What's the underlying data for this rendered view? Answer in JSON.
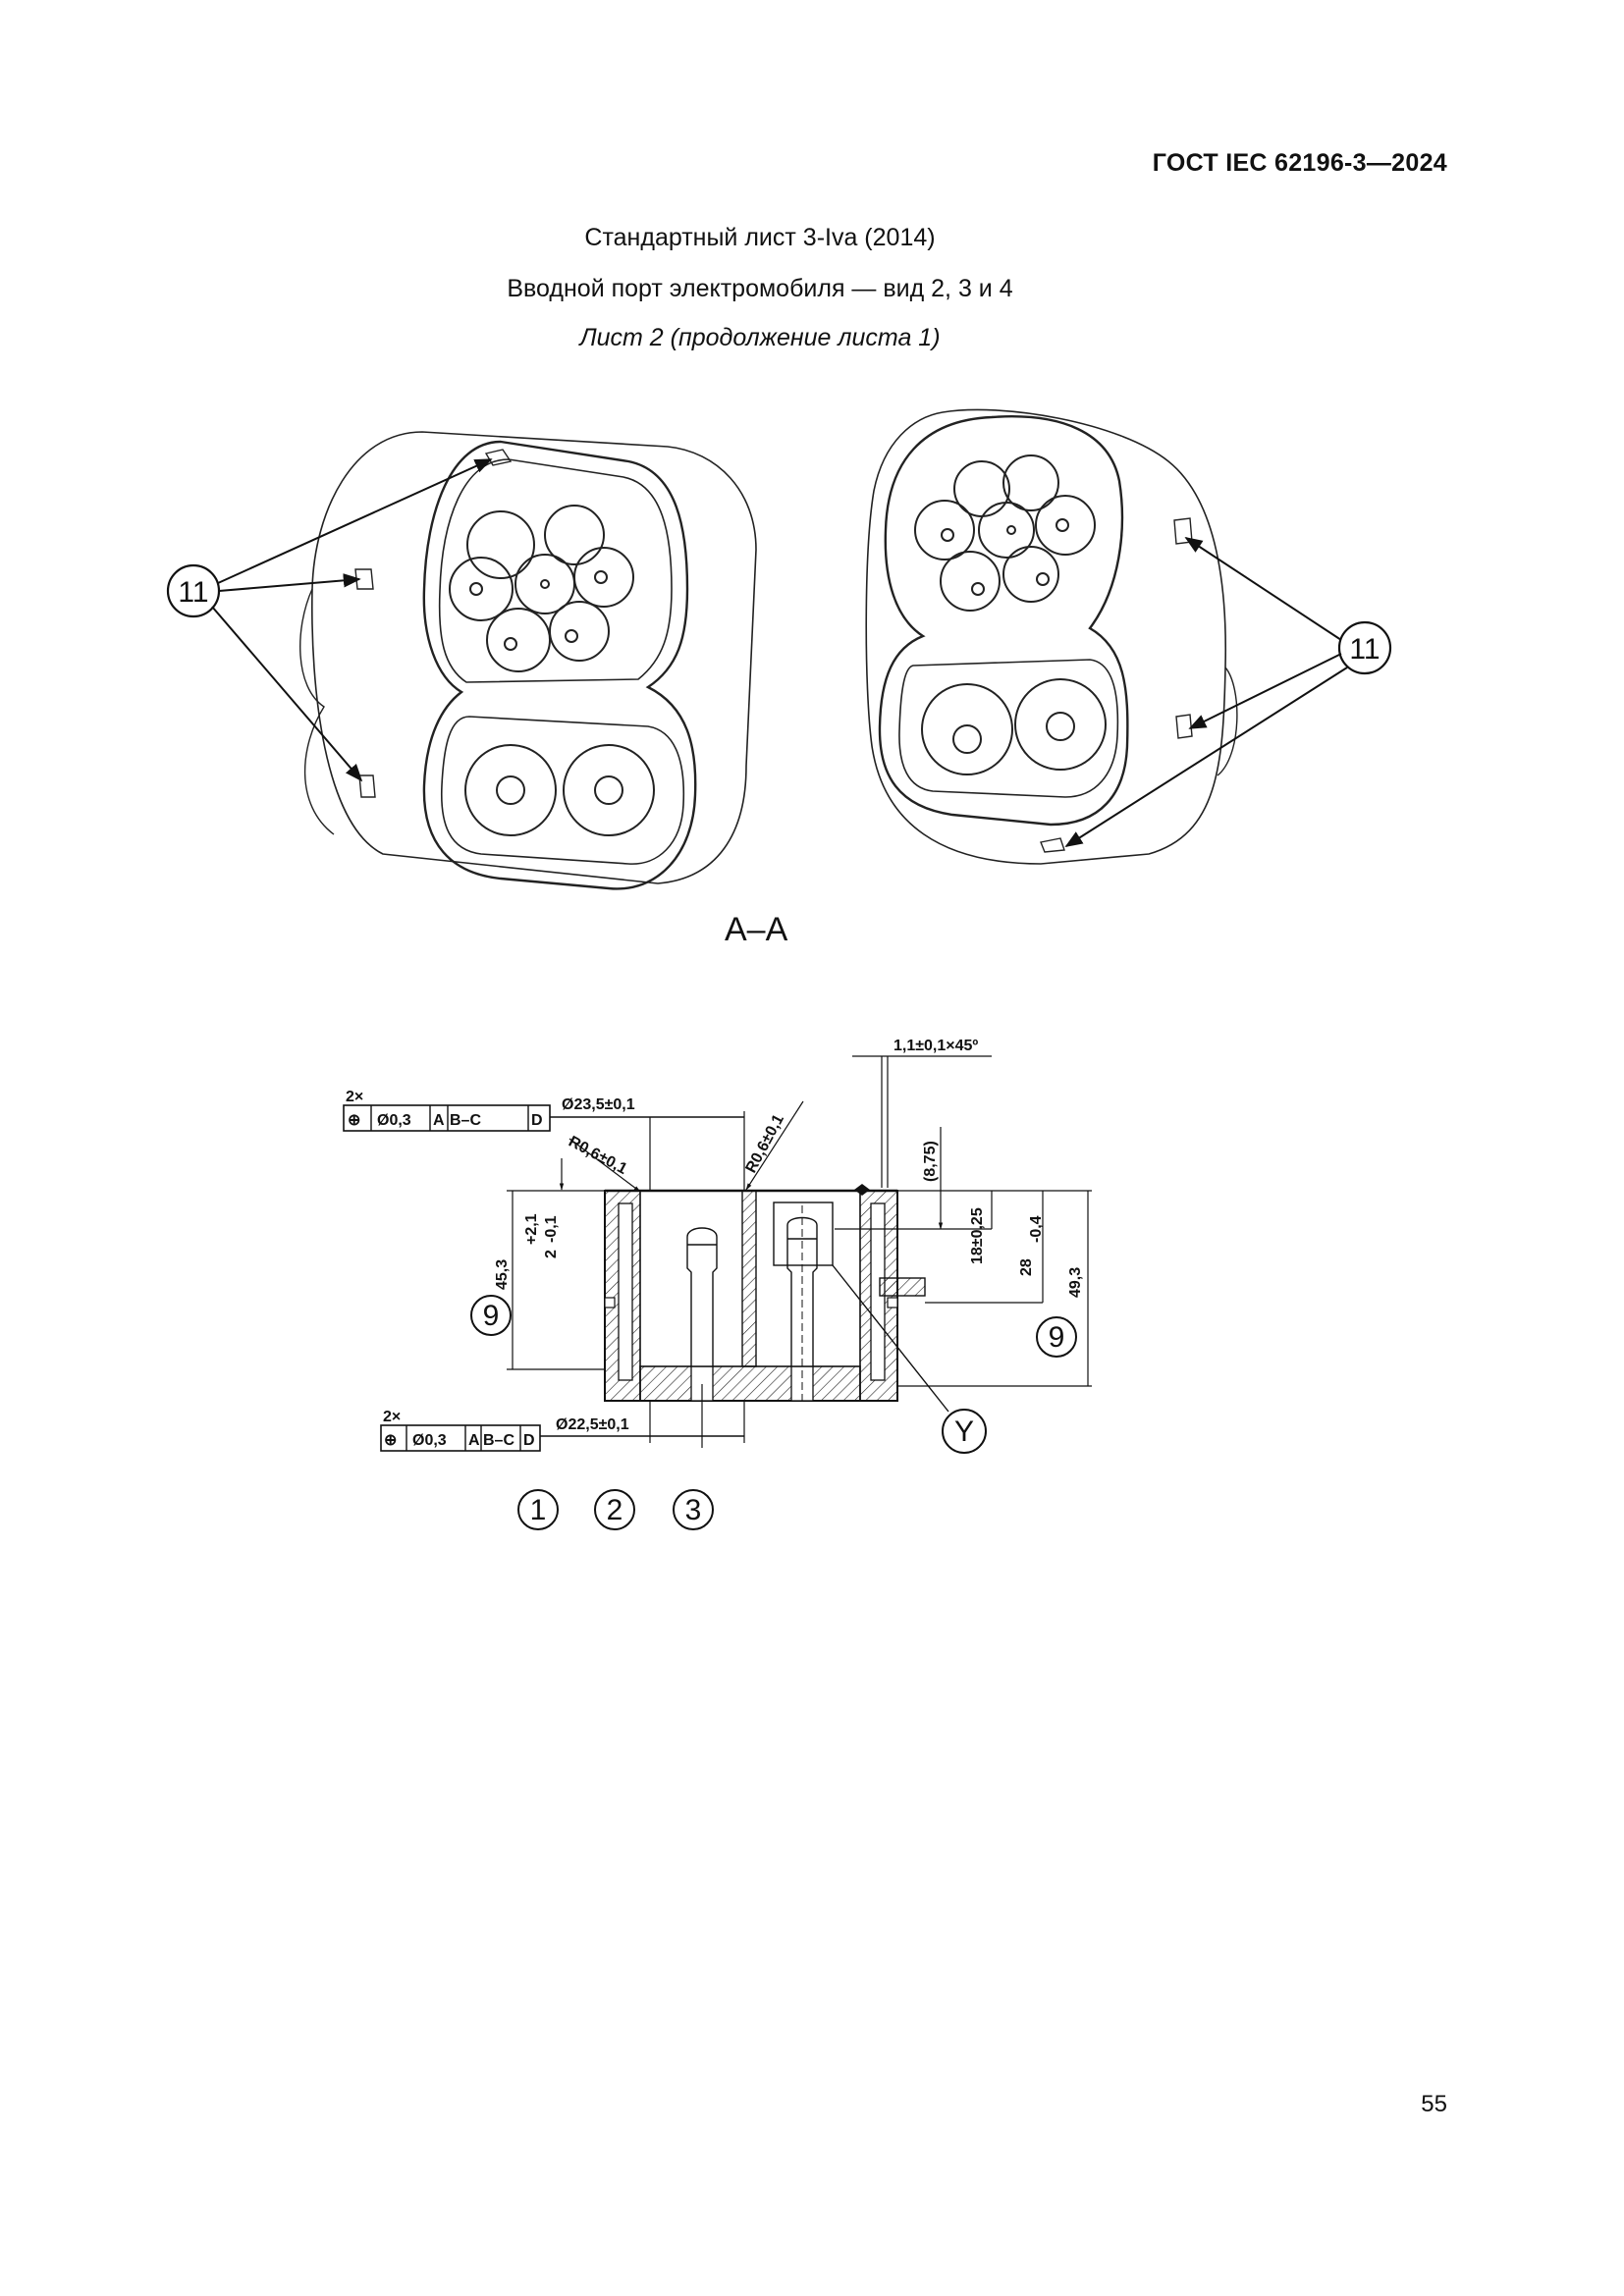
{
  "header": {
    "standard_id": "ГОСТ IEC 62196-3—2024"
  },
  "titles": {
    "line1": "Стандартный лист 3-Iva (2014)",
    "line2": "Вводной порт электромобиля — вид 2, 3 и 4",
    "line3": "Лист 2 (продолжение листа 1)"
  },
  "figure": {
    "section_label": "A–A",
    "callouts": {
      "eleven": "11",
      "nine": "9",
      "y": "Y",
      "one": "1",
      "two": "2",
      "three": "3"
    },
    "tolerance_frame": {
      "count": "2×",
      "symbol": "⊕",
      "value": "Ø0,3",
      "datum_a": "A",
      "datum_bc": "B–C",
      "datum_d": "D"
    },
    "dims": {
      "d_top": "Ø23,5±0,1",
      "d_bottom": "Ø22,5±0,1",
      "r_left": "R0,6±0,1",
      "r_right": "R0,6±0,1",
      "chamfer": "1,1±0,1×45º",
      "d875": "(8,75)",
      "d18": "18±0,25",
      "d28": "28",
      "d28_tol": "-0,4",
      "d49": "49,3",
      "d45": "45,3",
      "d2": "2",
      "d2_tol_up": "+2,1",
      "d2_tol_dn": "-0,1"
    }
  },
  "footer": {
    "page_number": "55"
  }
}
